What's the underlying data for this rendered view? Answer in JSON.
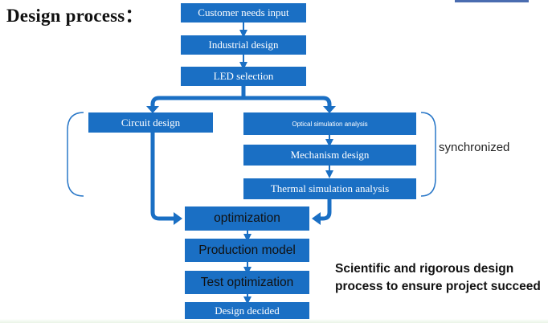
{
  "title": "Design process：",
  "steps": {
    "customer_needs": "Customer needs input",
    "industrial_design": "Industrial design",
    "led_selection": "LED selection",
    "circuit_design": "Circuit design",
    "optical_simulation": "Optical simulation analysis",
    "mechanism_design": "Mechanism design",
    "thermal_simulation": "Thermal simulation analysis",
    "optimization": "optimization",
    "production_model": "Production model",
    "test_optimization": "Test optimization",
    "design_decided": "Design decided"
  },
  "synchronized_label": "synchronized",
  "note": "Scientific and rigorous design process to ensure project succeed",
  "colors": {
    "box_fill": "#1a6fc4",
    "connector": "#1a6fc4",
    "bracket": "#2a78c8"
  }
}
